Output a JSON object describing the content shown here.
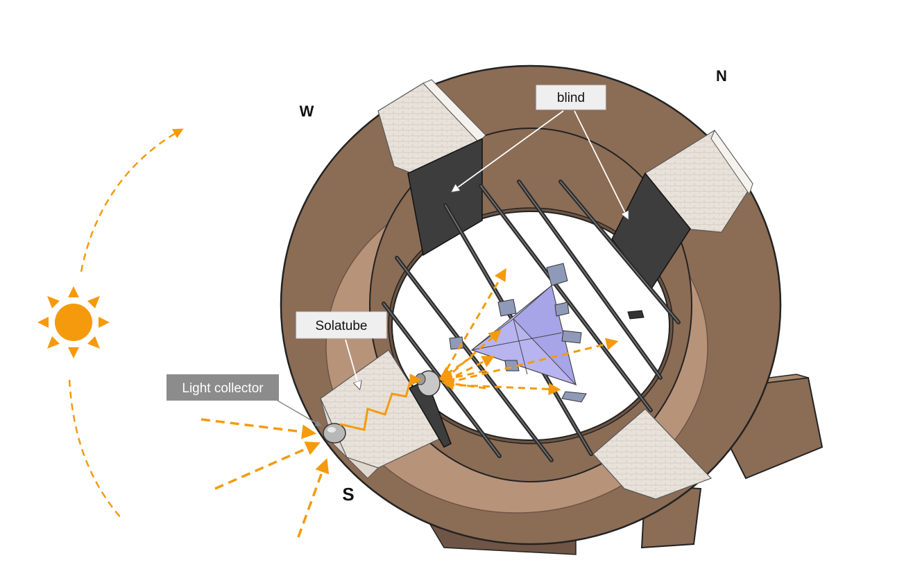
{
  "compass": {
    "north": "N",
    "west": "W",
    "south": "S"
  },
  "labels": {
    "blind": "blind",
    "solatube": "Solatube",
    "light_collector": "Light collector"
  },
  "colors": {
    "ray": "#f59a0c",
    "sun": "#f59a0c",
    "wall": "#8b6c55",
    "floor": "#b7937a",
    "blind": "#3d3d3d",
    "prism": "#b8b4f0",
    "label_box": "#efefef",
    "collector_box": "#8c8c8c"
  },
  "icons": [
    "sun-icon",
    "light-collector-dome-icon",
    "prism-structure-icon"
  ]
}
